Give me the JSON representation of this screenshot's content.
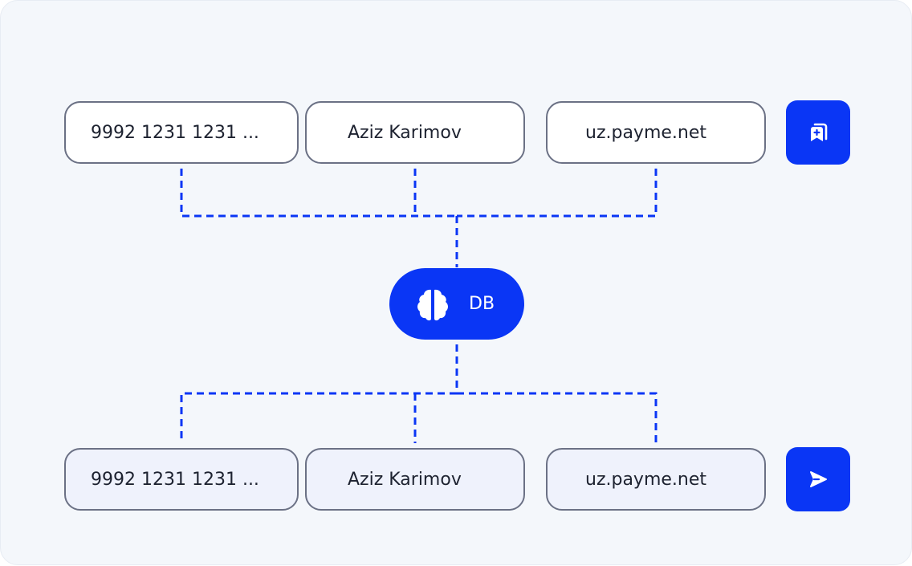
{
  "colors": {
    "accent": "#0a36f5",
    "connector": "#0a36f5",
    "field_border": "#6b7185",
    "field_top_bg": "#ffffff",
    "field_bottom_bg": "#eff2fc",
    "canvas_bg": "#f4f7fb"
  },
  "top_row": {
    "fields": [
      {
        "value": "9992 1231 1231 ..."
      },
      {
        "value": "Aziz Karimov"
      },
      {
        "value": "uz.payme.net"
      }
    ],
    "action_icon": "bookmark-plus-icon"
  },
  "hub": {
    "icon": "brain-icon",
    "label": "DB"
  },
  "bottom_row": {
    "fields": [
      {
        "value": "9992 1231 1231 ..."
      },
      {
        "value": "Aziz Karimov"
      },
      {
        "value": "uz.payme.net"
      }
    ],
    "action_icon": "send-icon"
  }
}
